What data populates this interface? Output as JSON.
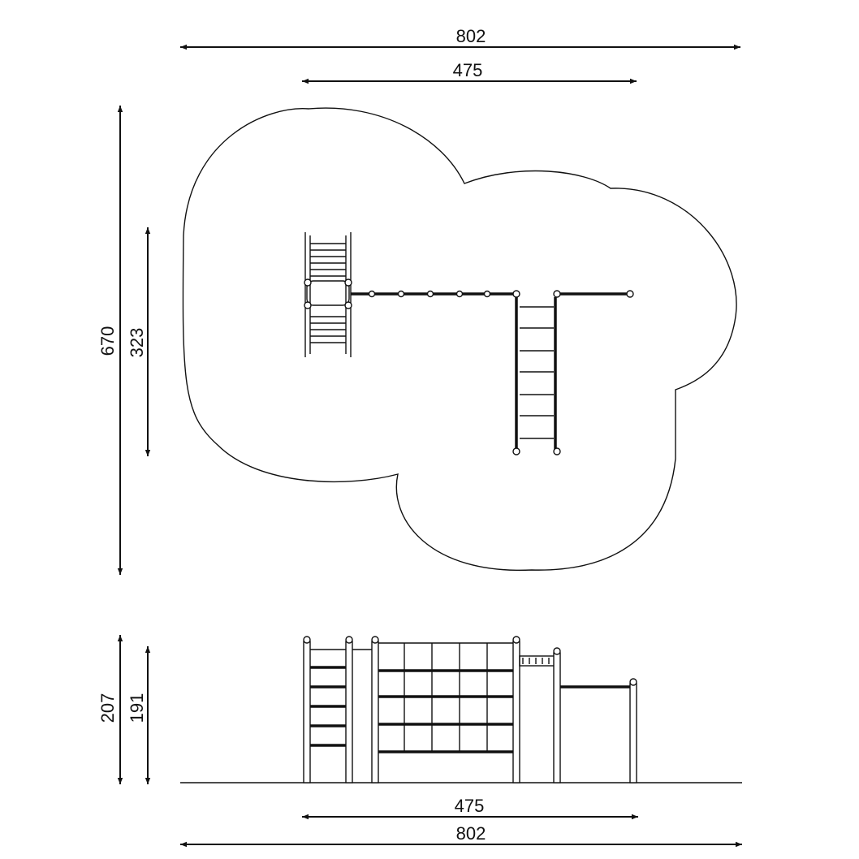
{
  "dimensions": {
    "top_overall_width": "802",
    "top_inner_width": "475",
    "left_overall_depth": "670",
    "left_inner_depth": "323",
    "side_overall_height": "207",
    "side_inner_height": "191",
    "bottom_inner_width": "475",
    "bottom_overall_width": "802"
  }
}
